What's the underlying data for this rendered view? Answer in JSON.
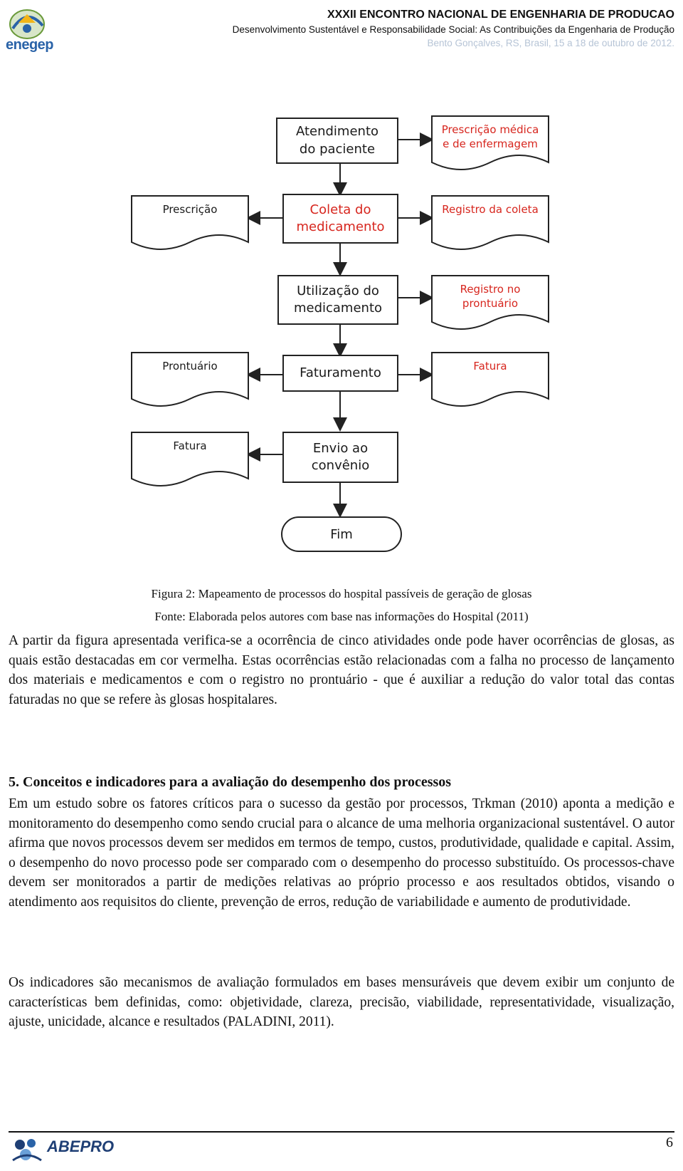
{
  "header": {
    "logo_text": "enegep",
    "conference_title": "XXXII ENCONTRO NACIONAL DE ENGENHARIA DE PRODUCAO",
    "conference_subtitle": "Desenvolvimento Sustentável e Responsabilidade Social: As Contribuições da Engenharia de Produção",
    "conference_place": "Bento Gonçalves, RS, Brasil, 15 a 18 de outubro de 2012."
  },
  "flowchart": {
    "process_steps": [
      {
        "label": "Atendimento do paciente",
        "highlight": false
      },
      {
        "label": "Coleta do medicamento",
        "highlight": true
      },
      {
        "label": "Utilização do medicamento",
        "highlight": false
      },
      {
        "label": "Faturamento",
        "highlight": false
      },
      {
        "label": "Envio ao convênio",
        "highlight": false
      }
    ],
    "terminal": "Fim",
    "documents": {
      "prescricao_medica": "Prescrição médica e de enfermagem",
      "prescricao": "Prescrição",
      "registro_coleta": "Registro da coleta",
      "registro_prontuario": "Registro no prontuário",
      "prontuario": "Prontuário",
      "fatura_right": "Fatura",
      "fatura_left": "Fatura"
    },
    "colors": {
      "highlight": "#d7261e",
      "normal": "#1a1a1a"
    }
  },
  "figure": {
    "caption": "Figura 2: Mapeamento de processos do hospital passíveis de geração de glosas",
    "source": "Fonte: Elaborada pelos autores com base nas informações do Hospital (2011)"
  },
  "body": {
    "paragraph_1": "A partir da figura apresentada verifica-se a ocorrência de cinco atividades onde pode haver ocorrências de glosas, as quais estão destacadas em cor vermelha. Estas ocorrências estão relacionadas com a falha no processo de lançamento dos materiais e medicamentos e com o registro no prontuário - que é auxiliar a redução do valor total das contas faturadas no que se refere às glosas hospitalares.",
    "section_heading": "5. Conceitos e indicadores para a avaliação do desempenho dos processos",
    "paragraph_2": "Em um estudo sobre os fatores críticos para o sucesso da gestão por processos, Trkman (2010) aponta a medição e monitoramento do desempenho como sendo crucial para o alcance de uma melhoria organizacional sustentável. O autor afirma que novos processos devem ser medidos em termos de tempo, custos, produtividade, qualidade e capital. Assim, o desempenho do novo processo pode ser comparado com o desempenho do processo substituído. Os processos-chave devem ser monitorados a partir de medições relativas ao próprio processo e aos resultados obtidos, visando o atendimento aos requisitos do cliente, prevenção de erros, redução de variabilidade e aumento de produtividade.",
    "paragraph_3": "Os indicadores são mecanismos de avaliação formulados em bases mensuráveis que devem exibir um conjunto de características bem definidas, como: objetividade, clareza, precisão, viabilidade, representatividade, visualização, ajuste, unicidade, alcance e resultados (PALADINI, 2011)."
  },
  "footer": {
    "logo_text": "ABEPRO",
    "page_number": "6"
  }
}
